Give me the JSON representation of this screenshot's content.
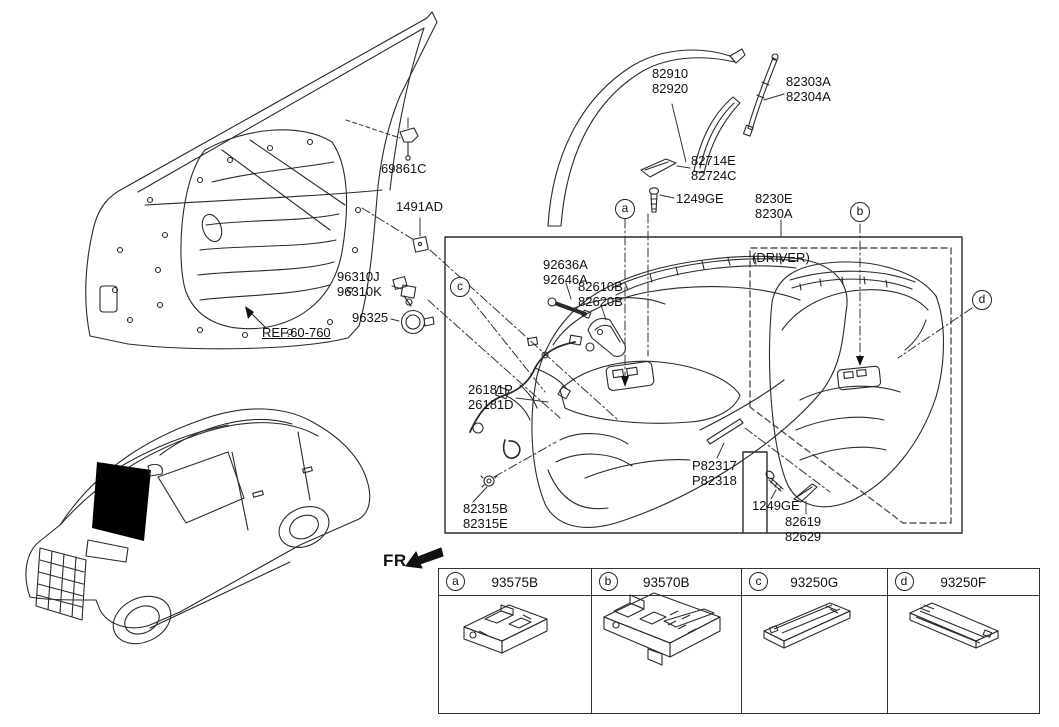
{
  "diagram_title": "front-door-trim-panel-parts-diagram",
  "colors": {
    "line": "#2a2a2a",
    "text": "#111111",
    "fill_black": "#000000"
  },
  "labels": {
    "l82910": "82910\n82920",
    "l82303": "82303A\n82304A",
    "l82714": "82714E\n82724C",
    "l1249a": "1249GE",
    "l8230": "8230E\n8230A",
    "l69861": "69861C",
    "l1491": "1491AD",
    "l96310": "96310J\n96310K",
    "l96325": "96325",
    "lref": "REF.60-760",
    "l92636": "92636A\n92646A",
    "l82610": "82610B\n82620B",
    "l26181": "26181P\n26181D",
    "l82315": "82315B\n82315E",
    "lP82317": "P82317\nP82318",
    "l1249b": "1249GE",
    "l82619": "82619\n82629",
    "ldriver": "(DRIVER)",
    "lfr": "FR."
  },
  "callouts": {
    "a": "a",
    "b": "b",
    "c": "c",
    "d": "d"
  },
  "table": {
    "columns": [
      {
        "letter": "a",
        "part": "93575B"
      },
      {
        "letter": "b",
        "part": "93570B"
      },
      {
        "letter": "c",
        "part": "93250G"
      },
      {
        "letter": "d",
        "part": "93250F"
      }
    ]
  }
}
